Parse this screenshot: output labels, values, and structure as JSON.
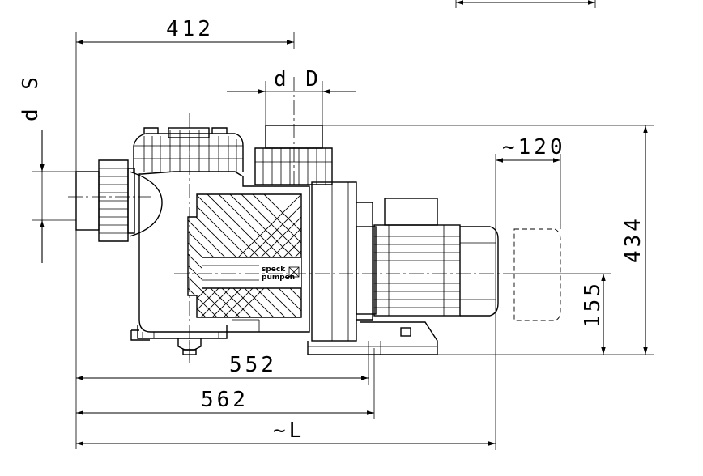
{
  "dimensions": {
    "width_412": "412",
    "dia_D": "d D",
    "dia_S": "d S",
    "approx_120": "~120",
    "height_434": "434",
    "height_155": "155",
    "length_552": "552",
    "length_562": "562",
    "length_L": "~L"
  },
  "logo": {
    "line1": "speck",
    "line2": "pumpen"
  }
}
